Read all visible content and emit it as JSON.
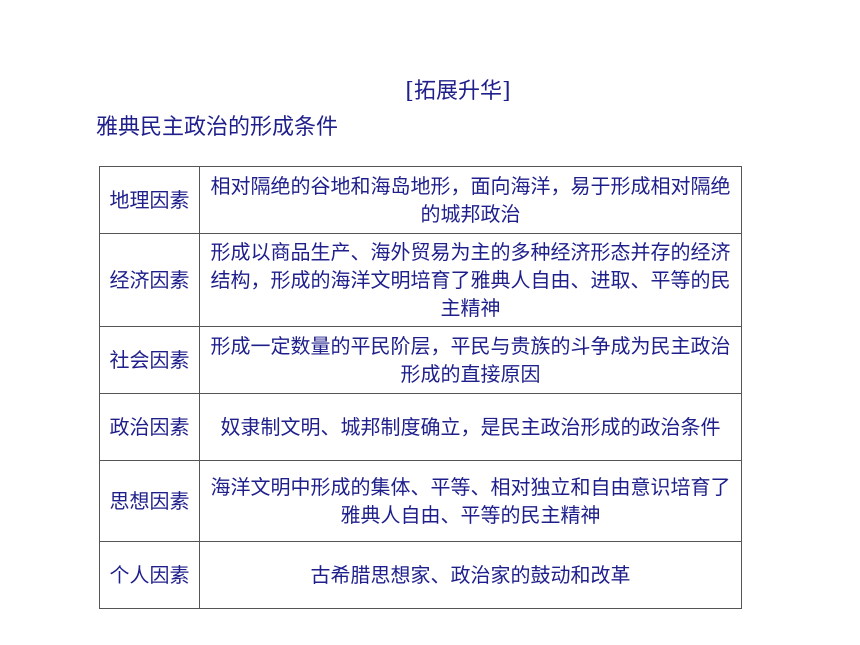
{
  "header": {
    "title": "[拓展升华]",
    "subtitle": "雅典民主政治的形成条件"
  },
  "table": {
    "rows": [
      {
        "factor": "地理因素",
        "desc": "相对隔绝的谷地和海岛地形，面向海洋，易于形成相对隔绝的城邦政治"
      },
      {
        "factor": "经济因素",
        "desc": "形成以商品生产、海外贸易为主的多种经济形态并存的经济结构，形成的海洋文明培育了雅典人自由、进取、平等的民主精神"
      },
      {
        "factor": "社会因素",
        "desc": "形成一定数量的平民阶层，平民与贵族的斗争成为民主政治形成的直接原因"
      },
      {
        "factor": "政治因素",
        "desc": "奴隶制文明、城邦制度确立，是民主政治形成的政治条件"
      },
      {
        "factor": "思想因素",
        "desc": "海洋文明中形成的集体、平等、相对独立和自由意识培育了雅典人自由、平等的民主精神"
      },
      {
        "factor": "个人因素",
        "desc": "古希腊思想家、政治家的鼓动和改革"
      }
    ]
  }
}
